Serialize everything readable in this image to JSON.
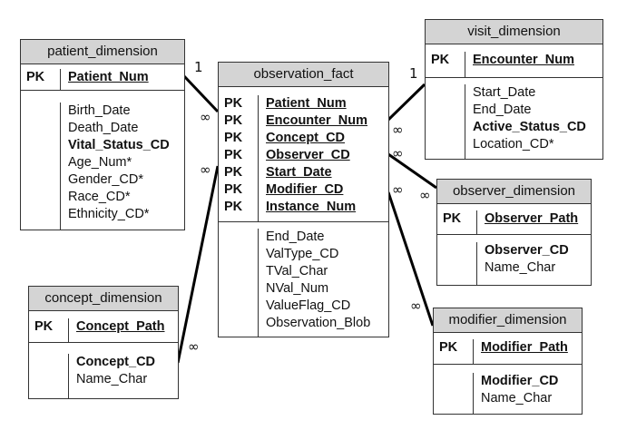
{
  "tables": {
    "patient_dimension": {
      "title": "patient_dimension",
      "pk_labels": [
        "PK"
      ],
      "keys": [
        "Patient_Num"
      ],
      "fields": [
        "Birth_Date",
        "Death_Date",
        "Vital_Status_CD",
        "Age_Num*",
        "Gender_CD*",
        "Race_CD*",
        "Ethnicity_CD*"
      ]
    },
    "observation_fact": {
      "title": "observation_fact",
      "pk_labels": [
        "PK",
        "PK",
        "PK",
        "PK",
        "PK",
        "PK",
        "PK"
      ],
      "keys": [
        "Patient_Num",
        "Encounter_Num",
        "Concept_CD",
        "Observer_CD",
        "Start_Date",
        "Modifier_CD",
        "Instance_Num"
      ],
      "fields": [
        "End_Date",
        "ValType_CD",
        "TVal_Char",
        "NVal_Num",
        "ValueFlag_CD",
        "Observation_Blob"
      ]
    },
    "visit_dimension": {
      "title": "visit_dimension",
      "pk_labels": [
        "PK"
      ],
      "keys": [
        "Encounter_Num"
      ],
      "fields": [
        "Start_Date",
        "End_Date",
        "Active_Status_CD",
        "Location_CD*"
      ]
    },
    "observer_dimension": {
      "title": "observer_dimension",
      "pk_labels": [
        "PK"
      ],
      "keys": [
        "Observer_Path"
      ],
      "fields": [
        "Observer_CD",
        "Name_Char"
      ]
    },
    "concept_dimension": {
      "title": "concept_dimension",
      "pk_labels": [
        "PK"
      ],
      "keys": [
        "Concept_Path"
      ],
      "fields": [
        "Concept_CD",
        "Name_Char"
      ]
    },
    "modifier_dimension": {
      "title": "modifier_dimension",
      "pk_labels": [
        "PK"
      ],
      "keys": [
        "Modifier_Path"
      ],
      "fields": [
        "Modifier_CD",
        "Name_Char"
      ]
    }
  },
  "cardinality": {
    "one": "1",
    "many": "∞"
  }
}
